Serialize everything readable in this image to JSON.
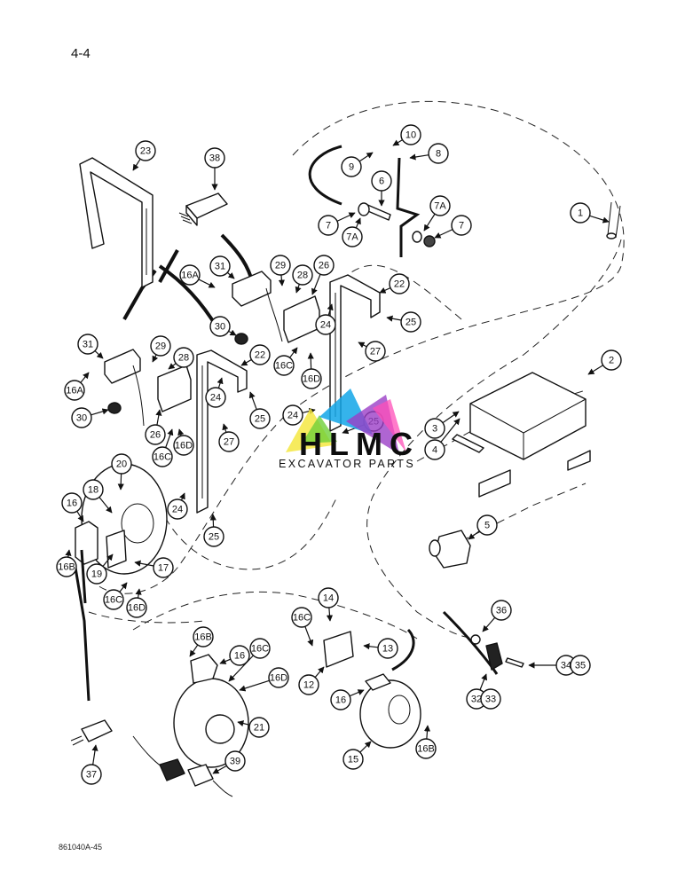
{
  "page": {
    "page_number": "4-4",
    "figure_code": "861040A-45"
  },
  "watermark": {
    "brand": "HLMC",
    "tagline": "EXCAVATOR PARTS",
    "colors": [
      "#f4e842",
      "#6fcf3a",
      "#12a6e8",
      "#9b3fc7",
      "#ff4fb8"
    ]
  },
  "callouts": [
    {
      "id": "c1",
      "label": "1"
    },
    {
      "id": "c2",
      "label": "2"
    },
    {
      "id": "c3",
      "label": "3"
    },
    {
      "id": "c4",
      "label": "4"
    },
    {
      "id": "c5",
      "label": "5"
    },
    {
      "id": "c6",
      "label": "6"
    },
    {
      "id": "c7a",
      "label": "7"
    },
    {
      "id": "c7b",
      "label": "7"
    },
    {
      "id": "c7Aa",
      "label": "7A"
    },
    {
      "id": "c7Ab",
      "label": "7A"
    },
    {
      "id": "c8",
      "label": "8"
    },
    {
      "id": "c9",
      "label": "9"
    },
    {
      "id": "c10",
      "label": "10"
    },
    {
      "id": "c12",
      "label": "12"
    },
    {
      "id": "c13",
      "label": "13"
    },
    {
      "id": "c14",
      "label": "14"
    },
    {
      "id": "c15",
      "label": "15"
    },
    {
      "id": "c16a",
      "label": "16"
    },
    {
      "id": "c16b",
      "label": "16"
    },
    {
      "id": "c16c",
      "label": "16"
    },
    {
      "id": "c16Aa",
      "label": "16A"
    },
    {
      "id": "c16Ab",
      "label": "16A"
    },
    {
      "id": "c16Ba",
      "label": "16B"
    },
    {
      "id": "c16Bb",
      "label": "16B"
    },
    {
      "id": "c16Bc",
      "label": "16B"
    },
    {
      "id": "c16Ca",
      "label": "16C"
    },
    {
      "id": "c16Cb",
      "label": "16C"
    },
    {
      "id": "c16Cc",
      "label": "16C"
    },
    {
      "id": "c16Cd",
      "label": "16C"
    },
    {
      "id": "c16Ce",
      "label": "16C"
    },
    {
      "id": "c16Da",
      "label": "16D"
    },
    {
      "id": "c16Db",
      "label": "16D"
    },
    {
      "id": "c16Dc",
      "label": "16D"
    },
    {
      "id": "c16Dd",
      "label": "16D"
    },
    {
      "id": "c17",
      "label": "17"
    },
    {
      "id": "c18",
      "label": "18"
    },
    {
      "id": "c19",
      "label": "19"
    },
    {
      "id": "c20",
      "label": "20"
    },
    {
      "id": "c21",
      "label": "21"
    },
    {
      "id": "c22a",
      "label": "22"
    },
    {
      "id": "c22b",
      "label": "22"
    },
    {
      "id": "c23",
      "label": "23"
    },
    {
      "id": "c24a",
      "label": "24"
    },
    {
      "id": "c24b",
      "label": "24"
    },
    {
      "id": "c24c",
      "label": "24"
    },
    {
      "id": "c24d",
      "label": "24"
    },
    {
      "id": "c25a",
      "label": "25"
    },
    {
      "id": "c25b",
      "label": "25"
    },
    {
      "id": "c25c",
      "label": "25"
    },
    {
      "id": "c25d",
      "label": "25"
    },
    {
      "id": "c26a",
      "label": "26"
    },
    {
      "id": "c26b",
      "label": "26"
    },
    {
      "id": "c27a",
      "label": "27"
    },
    {
      "id": "c27b",
      "label": "27"
    },
    {
      "id": "c28a",
      "label": "28"
    },
    {
      "id": "c28b",
      "label": "28"
    },
    {
      "id": "c29a",
      "label": "29"
    },
    {
      "id": "c29b",
      "label": "29"
    },
    {
      "id": "c30a",
      "label": "30"
    },
    {
      "id": "c30b",
      "label": "30"
    },
    {
      "id": "c31a",
      "label": "31"
    },
    {
      "id": "c31b",
      "label": "31"
    },
    {
      "id": "c32",
      "label": "32"
    },
    {
      "id": "c33",
      "label": "33"
    },
    {
      "id": "c34",
      "label": "34"
    },
    {
      "id": "c35",
      "label": "35"
    },
    {
      "id": "c36",
      "label": "36"
    },
    {
      "id": "c37",
      "label": "37"
    },
    {
      "id": "c38",
      "label": "38"
    },
    {
      "id": "c39",
      "label": "39"
    }
  ]
}
